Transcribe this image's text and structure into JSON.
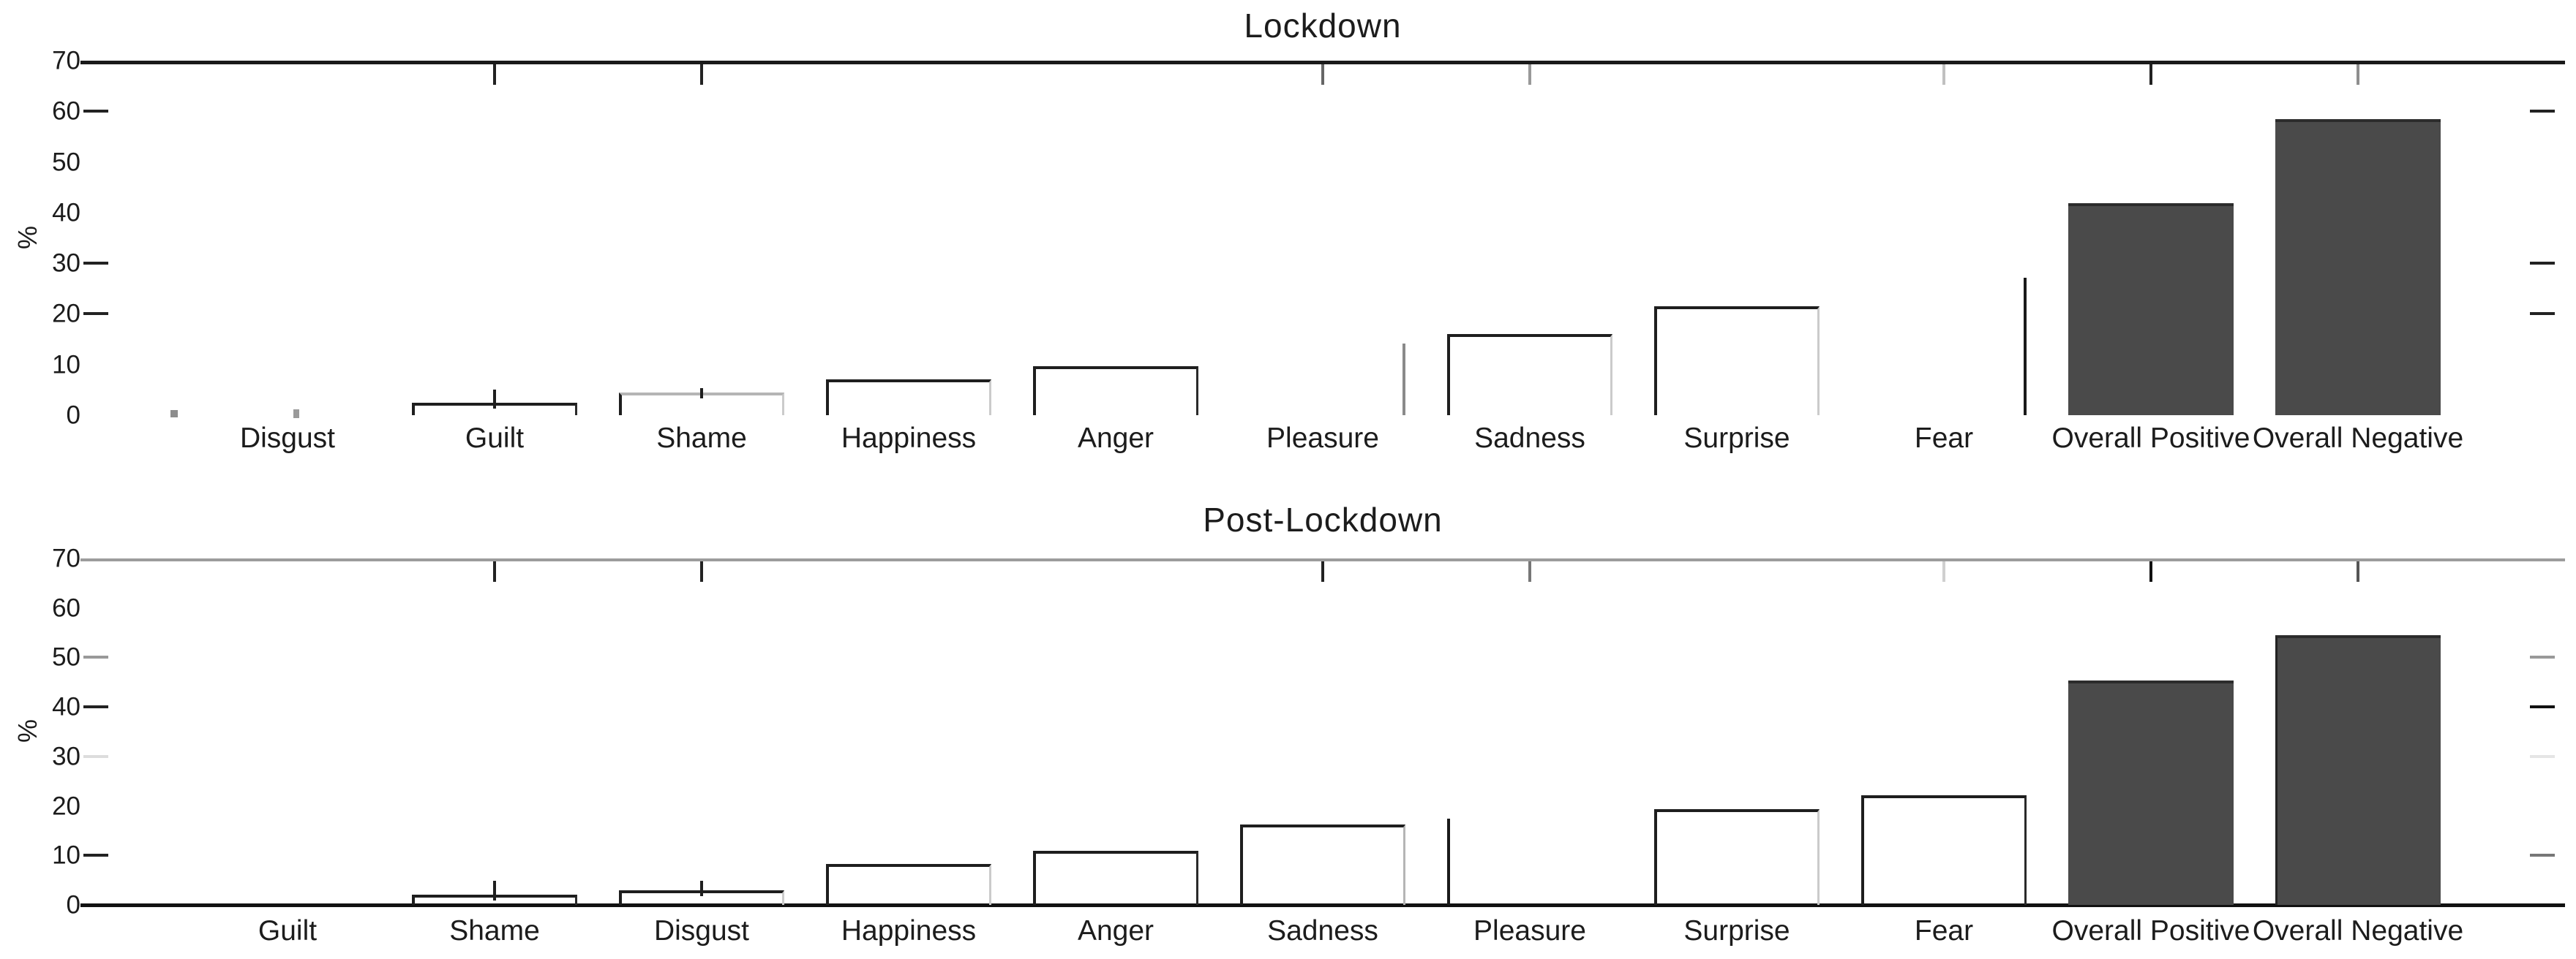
{
  "figure": {
    "background": "#ffffff",
    "accent_bar_fill": "#4a4a4a",
    "axis_dark": "#1c1c1c"
  },
  "chart_data": [
    {
      "type": "bar",
      "title": "Lockdown",
      "xlabel": "",
      "ylabel": "%",
      "ylim": [
        0,
        70
      ],
      "yticks": [
        0,
        10,
        20,
        30,
        40,
        50,
        60,
        70
      ],
      "grid": "off",
      "legend": "none",
      "categories": [
        "Disgust",
        "Guilt",
        "Shame",
        "Happiness",
        "Anger",
        "Pleasure",
        "Sadness",
        "Surprise",
        "Fear",
        "Overall Positive",
        "Overall Negative"
      ],
      "values": [
        0.4,
        2.5,
        4.5,
        7.1,
        9.7,
        14.1,
        16.0,
        21.5,
        27.2,
        41.9,
        58.5
      ],
      "bars": [
        {
          "label": "Disgust",
          "value": 0.4,
          "render": "stub"
        },
        {
          "label": "Guilt",
          "value": 2.5,
          "render": "outline",
          "whisker": 5.0,
          "right_color": "#2a2a2a"
        },
        {
          "label": "Shame",
          "value": 4.5,
          "render": "outline",
          "whisker": 5.3,
          "top_color": "#b5b5b5"
        },
        {
          "label": "Happiness",
          "value": 7.1,
          "render": "outline"
        },
        {
          "label": "Anger",
          "value": 9.7,
          "render": "outline",
          "right_color": "#2a2a2a"
        },
        {
          "label": "Pleasure",
          "value": 14.1,
          "render": "edge-right",
          "line_color": "#8a8a8a"
        },
        {
          "label": "Sadness",
          "value": 16.0,
          "render": "outline"
        },
        {
          "label": "Surprise",
          "value": 21.5,
          "render": "outline"
        },
        {
          "label": "Fear",
          "value": 27.2,
          "render": "edge-right",
          "line_color": "#1a1a1a"
        },
        {
          "label": "Overall Positive",
          "value": 41.9,
          "render": "filled"
        },
        {
          "label": "Overall Negative",
          "value": 58.5,
          "render": "filled"
        }
      ],
      "axis_style": {
        "top_border_color": "#1a1a1a",
        "baseline_color": null,
        "left_dashes": [
          {
            "v": 60,
            "c": "#222222"
          },
          {
            "v": 30,
            "c": "#222222"
          },
          {
            "v": 20,
            "c": "#222222"
          }
        ],
        "right_dashes": [
          {
            "v": 60,
            "c": "#222222"
          },
          {
            "v": 30,
            "c": "#222222"
          },
          {
            "v": 20,
            "c": "#222222"
          }
        ],
        "top_ticks": [
          {
            "category": "Guilt",
            "c": "#222222"
          },
          {
            "category": "Shame",
            "c": "#222222"
          },
          {
            "category": "Pleasure",
            "c": "#666666"
          },
          {
            "category": "Sadness",
            "c": "#999999"
          },
          {
            "category": "Fear",
            "c": "#c0c0c0"
          },
          {
            "category": "Overall Positive",
            "c": "#222222"
          },
          {
            "category": "Overall Negative",
            "c": "#8e8e8e"
          }
        ]
      }
    },
    {
      "type": "bar",
      "title": "Post-Lockdown",
      "xlabel": "",
      "ylabel": "%",
      "ylim": [
        0,
        70
      ],
      "yticks": [
        0,
        10,
        20,
        30,
        40,
        50,
        60,
        70
      ],
      "grid": "off",
      "legend": "none",
      "categories": [
        "Guilt",
        "Shame",
        "Disgust",
        "Happiness",
        "Anger",
        "Sadness",
        "Pleasure",
        "Surprise",
        "Fear",
        "Overall Positive",
        "Overall Negative"
      ],
      "values": [
        0.0,
        2.1,
        2.9,
        8.3,
        11.0,
        16.3,
        17.5,
        19.3,
        22.2,
        45.4,
        54.5
      ],
      "bars": [
        {
          "label": "Guilt",
          "value": 0.0,
          "render": "none"
        },
        {
          "label": "Shame",
          "value": 2.1,
          "render": "outline",
          "whisker": 4.9,
          "right_color": "#2a2a2a"
        },
        {
          "label": "Disgust",
          "value": 2.9,
          "render": "outline",
          "whisker": 4.8
        },
        {
          "label": "Happiness",
          "value": 8.3,
          "render": "outline"
        },
        {
          "label": "Anger",
          "value": 11.0,
          "render": "outline",
          "right_color": "#2a2a2a"
        },
        {
          "label": "Sadness",
          "value": 16.3,
          "render": "outline",
          "right_color": "#b5b5b5"
        },
        {
          "label": "Pleasure",
          "value": 17.5,
          "render": "edge-left",
          "line_color": "#1a1a1a"
        },
        {
          "label": "Surprise",
          "value": 19.3,
          "render": "outline"
        },
        {
          "label": "Fear",
          "value": 22.2,
          "render": "outline",
          "right_color": "#2a2a2a"
        },
        {
          "label": "Overall Positive",
          "value": 45.4,
          "render": "filled"
        },
        {
          "label": "Overall Negative",
          "value": 54.5,
          "render": "filled",
          "left_color": "#222222"
        }
      ],
      "axis_style": {
        "top_border_color": "#9c9c9c",
        "baseline_color": "#111111",
        "left_dashes": [
          {
            "v": 50,
            "c": "#999999"
          },
          {
            "v": 40,
            "c": "#222222"
          },
          {
            "v": 30,
            "c": "#dddddd"
          },
          {
            "v": 10,
            "c": "#222222"
          }
        ],
        "right_dashes": [
          {
            "v": 50,
            "c": "#999999"
          },
          {
            "v": 40,
            "c": "#111111"
          },
          {
            "v": 30,
            "c": "#e5e5e5"
          },
          {
            "v": 10,
            "c": "#777777"
          }
        ],
        "top_ticks": [
          {
            "category": "Shame",
            "c": "#222222"
          },
          {
            "category": "Disgust",
            "c": "#222222"
          },
          {
            "category": "Sadness",
            "c": "#222222"
          },
          {
            "category": "Pleasure",
            "c": "#777777"
          },
          {
            "category": "Fear",
            "c": "#cfcfcf"
          },
          {
            "category": "Overall Positive",
            "c": "#111111"
          },
          {
            "category": "Overall Negative",
            "c": "#555555"
          }
        ]
      }
    }
  ]
}
